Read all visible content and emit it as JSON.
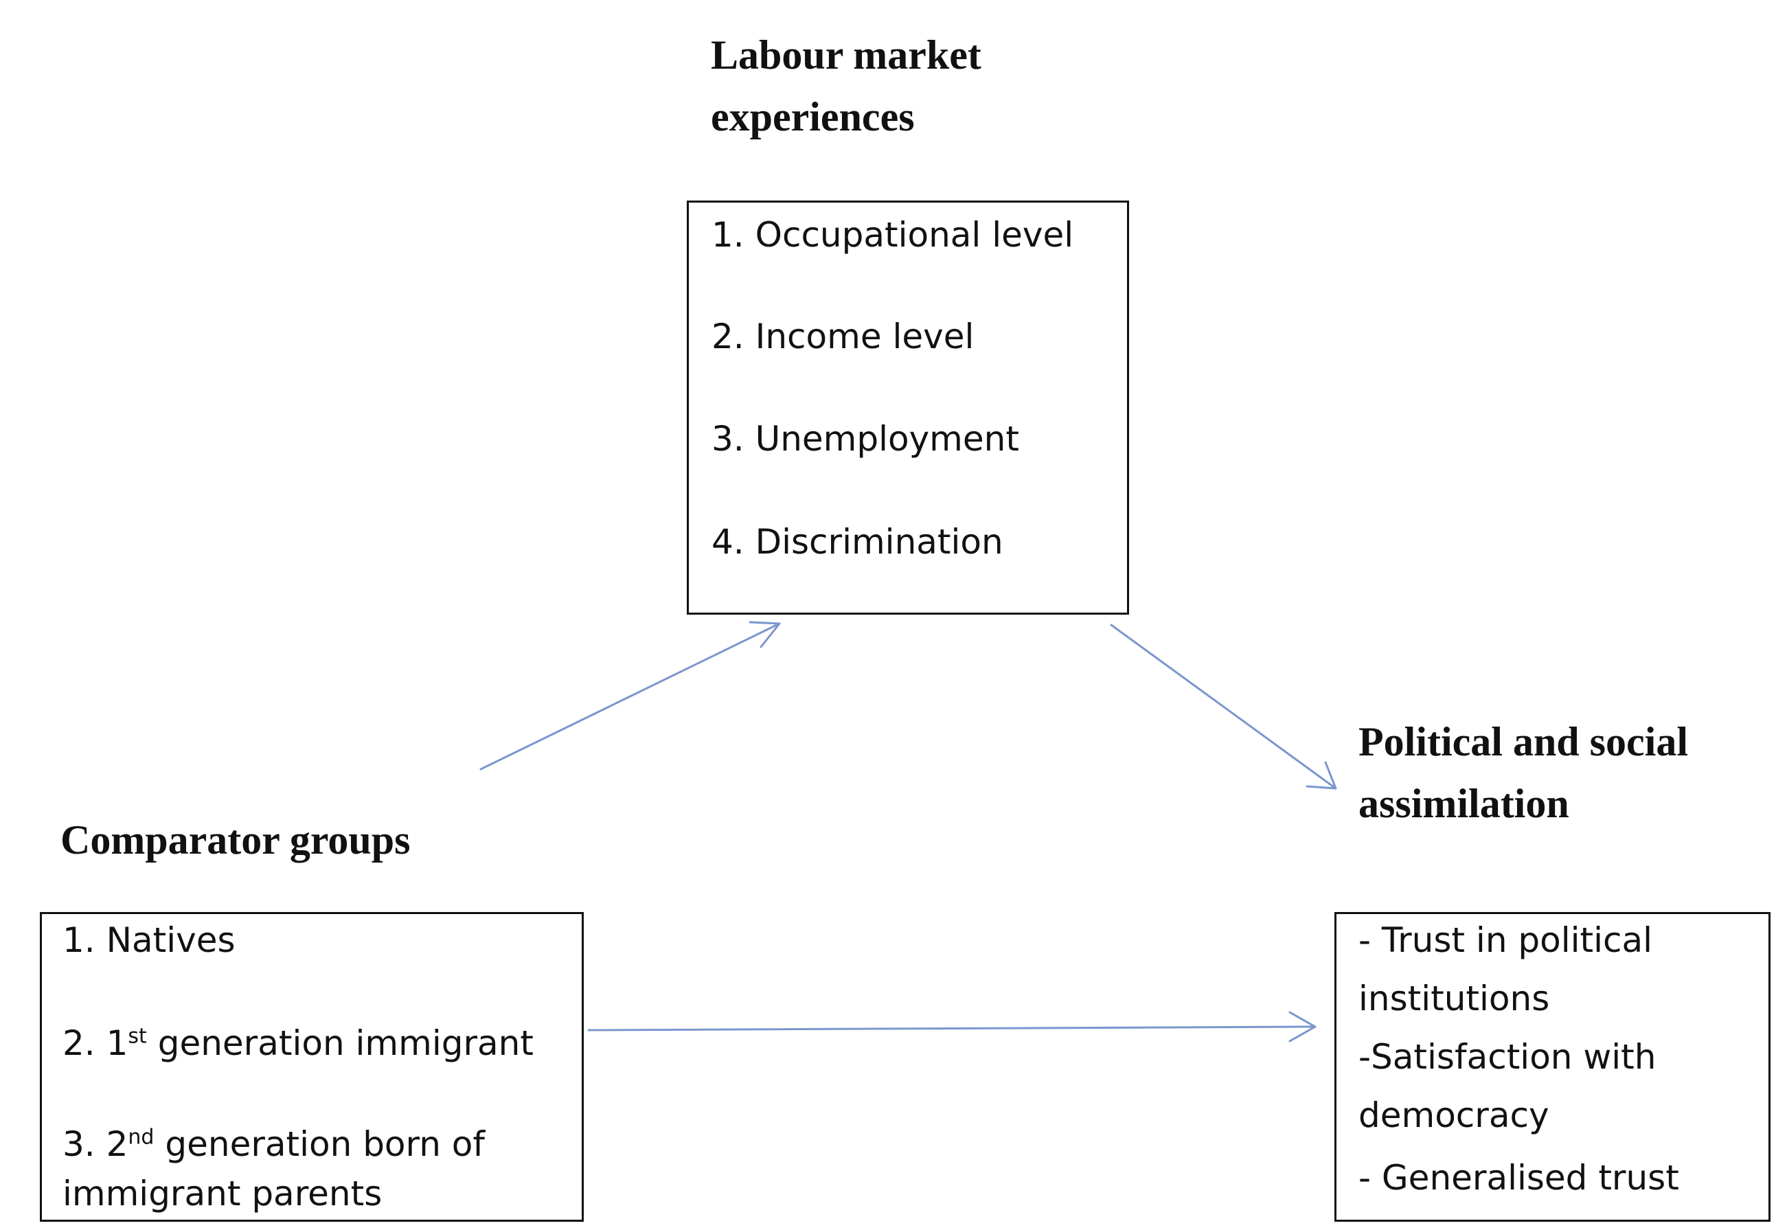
{
  "labour": {
    "heading_line1": "Labour market",
    "heading_line2": "experiences",
    "items": [
      "1. Occupational level",
      "2. Income level",
      "3. Unemployment",
      "4. Discrimination"
    ]
  },
  "comparator": {
    "heading": "Comparator groups",
    "items": [
      {
        "pre": "1. Natives",
        "sup": "",
        "post": ""
      },
      {
        "pre": "2. 1",
        "sup": "st",
        "post": " generation immigrant"
      },
      {
        "pre": "3. 2",
        "sup": "nd",
        "post": " generation born of"
      }
    ],
    "item3_line2": "immigrant parents"
  },
  "outcome": {
    "heading_line1": "Political and social",
    "heading_line2": "assimilation",
    "lines": [
      "- Trust in political",
      "institutions",
      "-Satisfaction with",
      "democracy",
      "- Generalised trust"
    ]
  },
  "colors": {
    "arrow": "#7b96cd",
    "border": "#111111"
  }
}
